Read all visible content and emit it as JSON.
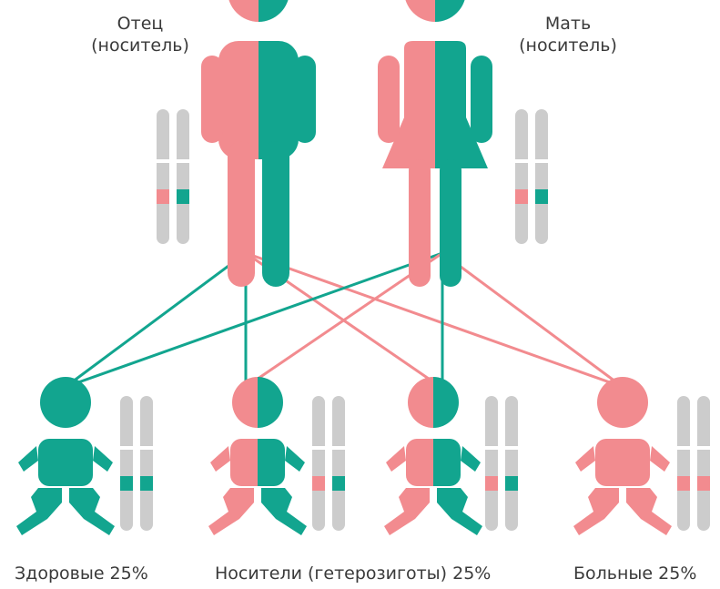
{
  "colors": {
    "pink": "#f28b8f",
    "teal": "#12a58f",
    "chromosome": "#cccccc",
    "text": "#3a3a3a"
  },
  "parents": {
    "father": {
      "name": "Отец",
      "status": "(носитель)"
    },
    "mother": {
      "name": "Мать",
      "status": "(носитель)"
    }
  },
  "outcomes": {
    "healthy": "Здоровые 25%",
    "carriers": "Носители (гетерозиготы) 25%",
    "affected": "Больные 25%"
  },
  "icons": [
    "male-figure-icon",
    "female-figure-icon",
    "baby-icon",
    "chromosome-pair-icon"
  ]
}
